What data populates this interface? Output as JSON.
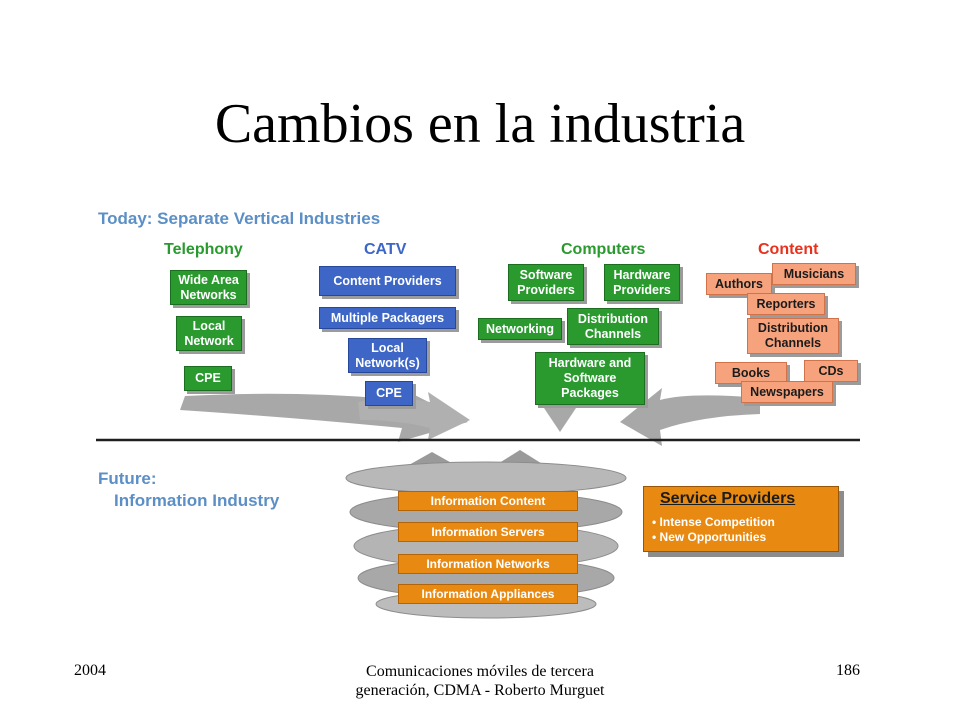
{
  "slide": {
    "title": "Cambios en la industria",
    "footer_left": "2004",
    "footer_center": "Comunicaciones móviles de tercera generación, CDMA - Roberto Murguet",
    "footer_right": "186"
  },
  "diagram": {
    "today_label": "Today: Separate Vertical Industries",
    "future_label_1": "Future:",
    "future_label_2": "Information Industry",
    "columns": {
      "telephony": "Telephony",
      "catv": "CATV",
      "computers": "Computers",
      "content": "Content"
    },
    "telephony_boxes": [
      "Wide Area Networks",
      "Local Network",
      "CPE"
    ],
    "catv_boxes": [
      "Content Providers",
      "Multiple Packagers",
      "Local Network(s)",
      "CPE"
    ],
    "computers_boxes": [
      "Software Providers",
      "Hardware Providers",
      "Networking",
      "Distribution Channels",
      "Hardware and Software Packages"
    ],
    "content_boxes": [
      "Authors",
      "Musicians",
      "Reporters",
      "Distribution Channels",
      "Books",
      "CDs",
      "Newspapers"
    ],
    "stack_layers": [
      "Information Content",
      "Information Servers",
      "Information Networks",
      "Information Appliances"
    ],
    "service_providers": {
      "title": "Service Providers",
      "bullets": [
        "Intense Competition",
        "New Opportunities"
      ]
    },
    "colors": {
      "telephony": "#2a9a2f",
      "catv": "#3d66c7",
      "computers": "#2a9a2f",
      "content": "#f6a37d",
      "stack": "#e88a12",
      "heading_blue": "#5b8fc6",
      "heading_content": "#e8321e"
    }
  }
}
